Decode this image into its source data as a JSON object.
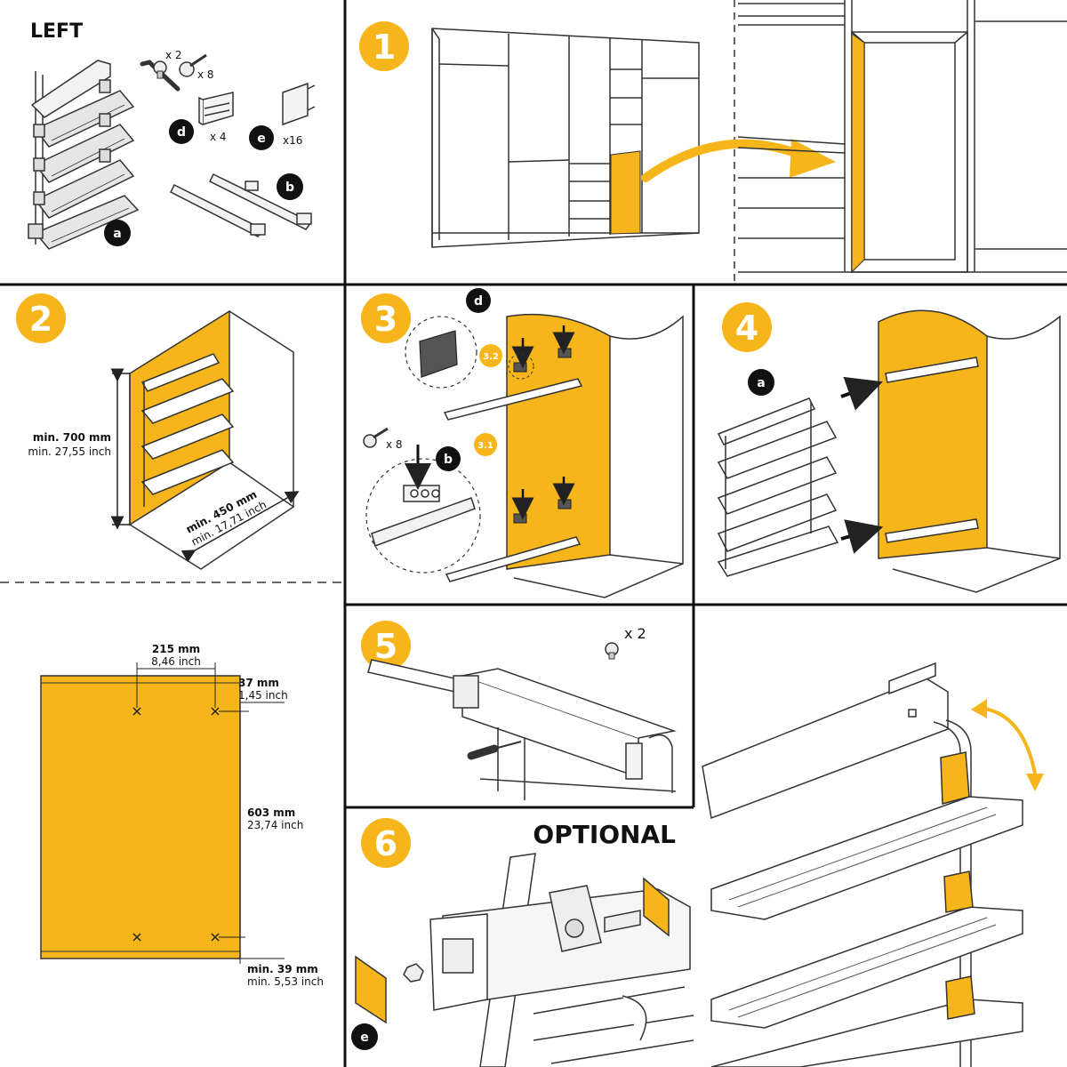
{
  "panels": {
    "parts": {
      "title": "LEFT",
      "callouts": {
        "a": "a",
        "b": "b",
        "d": "d",
        "e": "e"
      },
      "qty_screw_small": "x 2",
      "qty_screw_long": "x 8",
      "qty_d": "x 4",
      "qty_e": "x16"
    },
    "step1": {
      "number": "1"
    },
    "step2": {
      "number": "2",
      "height_main": "min. 700 mm",
      "height_sub": "min. 27,55 inch",
      "depth_main": "min. 450 mm",
      "depth_sub": "min. 17,71 inch"
    },
    "drilling": {
      "d1_main": "215 mm",
      "d1_sub": "8,46  inch",
      "d2_main": "37 mm",
      "d2_sub": "1,45  inch",
      "d3_main": "603 mm",
      "d3_sub": "23,74  inch",
      "d4_main": "min. 39 mm",
      "d4_sub": "min. 5,53  inch"
    },
    "step3": {
      "number": "3",
      "sub1": "3.1",
      "sub2": "3.2",
      "callout_d": "d",
      "callout_b": "b",
      "qty": "x 8"
    },
    "step4": {
      "number": "4",
      "callout_a": "a"
    },
    "step5": {
      "number": "5",
      "qty": "x 2"
    },
    "step6": {
      "number": "6",
      "heading": "OPTIONAL",
      "callout_e": "e"
    }
  },
  "colors": {
    "accent": "#F6B61B",
    "ink": "#1a1a1a",
    "line": "#222222"
  }
}
